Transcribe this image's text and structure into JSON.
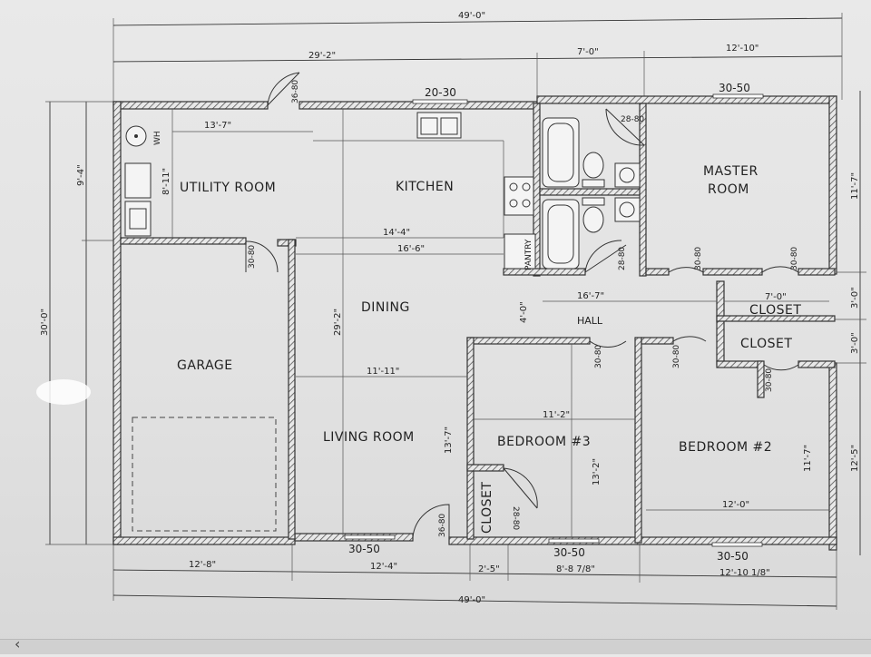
{
  "rooms": {
    "utility": "UTILITY ROOM",
    "kitchen": "KITCHEN",
    "master": "MASTER\nROOM",
    "master_l1": "MASTER",
    "master_l2": "ROOM",
    "dining": "DINING",
    "hall": "HALL",
    "garage": "GARAGE",
    "living": "LIVING ROOM",
    "bedroom3": "BEDROOM  #3",
    "bedroom2": "BEDROOM  #2",
    "closet": "CLOSET",
    "pantry": "PANTRY",
    "wh": "WH"
  },
  "dimensions": {
    "top_total": "49'-0\"",
    "top_a": "29'-2\"",
    "top_b": "7'-0\"",
    "top_c": "12'-10\"",
    "left_total": "30'-0\"",
    "left_a": "9'-4\"",
    "right_a": "11'-7\"",
    "right_b": "3'-0\"",
    "right_c": "3'-0\"",
    "right_d": "12'-5\"",
    "bottom_a": "12'-8\"",
    "bottom_b": "12'-4\"",
    "bottom_c": "2'-5\"",
    "bottom_d": "8'-8 7/8\"",
    "bottom_e": "12'-10 1/8\"",
    "bottom_total": "49'-0\"",
    "utility_w": "13'-7\"",
    "utility_h": "8'-11\"",
    "kitchen_w": "14'-4\"",
    "kitchen_w2": "16'-6\"",
    "dining_h": "29'-2\"",
    "living_w": "11'-11\"",
    "hall_w": "16'-7\"",
    "hall_h": "4'-0\"",
    "closet_w": "7'-0\"",
    "bed3_w": "11'-2\"",
    "bed3_h": "13'-2\"",
    "living_h": "13'-7\"",
    "bed2_w": "12'-0\"",
    "bed2_h": "11'-7\""
  },
  "windows": {
    "kitchen": "20-30",
    "master": "30-50",
    "living": "30-50",
    "bed3": "30-50",
    "bed2": "30-50"
  },
  "doors": {
    "front": "36-80",
    "garage": "30-80",
    "bath": "28-80",
    "bath2": "28-80",
    "master_closet1": "30-80",
    "master_closet2": "30-80",
    "bed3": "30-80",
    "bed2": "30-80",
    "closet2": "30-80",
    "closet_small": "28-80",
    "living": "36-80"
  }
}
